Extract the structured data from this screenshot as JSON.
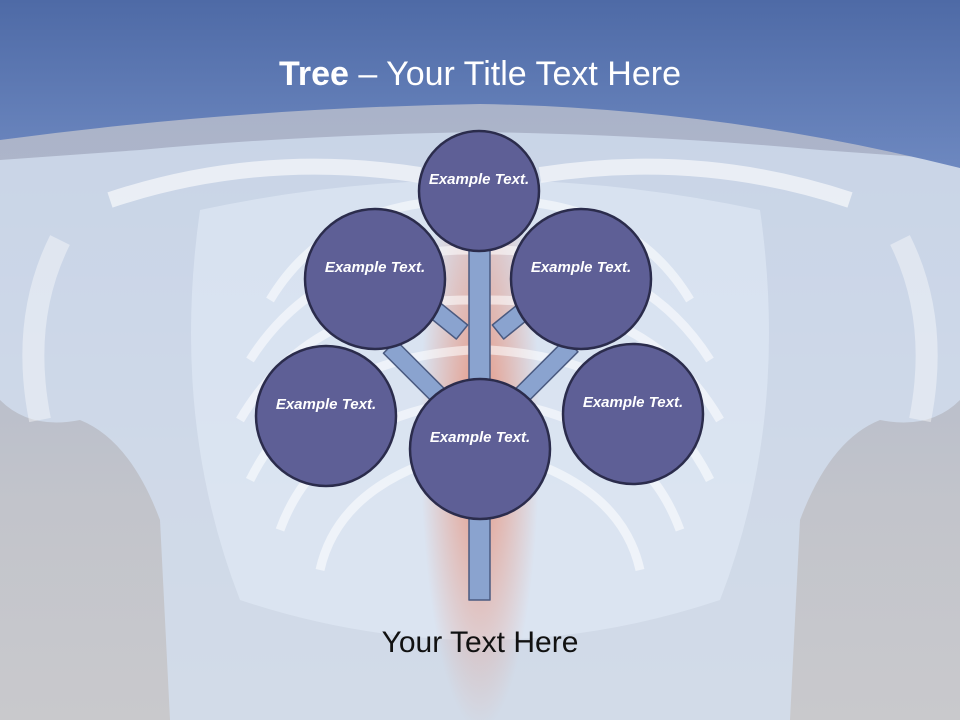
{
  "slide": {
    "title_bold": "Tree",
    "title_rest": " – Your Title Text Here",
    "caption": "Your Text Here"
  },
  "nodes": [
    {
      "label": "Example Text."
    },
    {
      "label": "Example Text."
    },
    {
      "label": "Example Text."
    },
    {
      "label": "Example Text."
    },
    {
      "label": "Example Text."
    },
    {
      "label": "Example Text."
    }
  ],
  "colors": {
    "header": "#5b79b5",
    "node_fill": "#5e5f96",
    "node_stroke": "#2b2c4c",
    "branch_fill": "#8aa3cf",
    "branch_stroke": "#4a5a80"
  }
}
